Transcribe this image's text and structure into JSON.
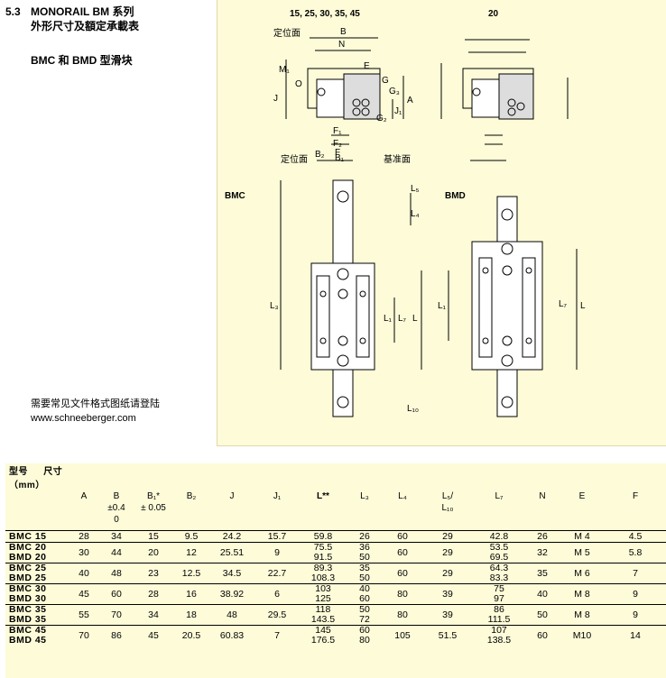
{
  "header": {
    "section": "5.3",
    "title_en": "MONORAIL BM 系列",
    "title_cn": "外形尺寸及額定承載表",
    "subtitle": "BMC 和 BMD 型滑块"
  },
  "note": {
    "text": "需要常见文件格式图纸请登陆",
    "url": "www.schneeberger.com"
  },
  "figure": {
    "top_left_title": "15, 25, 30, 35, 45",
    "top_right_title": "20",
    "bmc_label": "BMC",
    "bmd_label": "BMD",
    "labels": {
      "locating_face_top": "定位面",
      "locating_face_bottom": "定位面",
      "reference_face": "基准面",
      "B": "B",
      "N": "N",
      "M1": "M₁",
      "O": "O",
      "J": "J",
      "E": "E",
      "G": "G",
      "G3": "G₃",
      "A": "A",
      "J1": "J₁",
      "G2": "G₂",
      "F1": "F₁",
      "F2": "F₂",
      "F": "F",
      "B2": "B₂",
      "B1": "B₁",
      "L5": "L₅",
      "L4": "L₄",
      "L3": "L₃",
      "L1": "L₁",
      "L7": "L₇",
      "L": "L",
      "L10": "L₁₀"
    }
  },
  "table": {
    "head_model": "型号",
    "head_dims": "尺寸（mm）",
    "columns": [
      {
        "label": "A"
      },
      {
        "label": "B",
        "sub": "±0.4",
        "sub2": "0"
      },
      {
        "label": "B₁*",
        "sub": "± 0.05"
      },
      {
        "label": "B₂"
      },
      {
        "label": "J"
      },
      {
        "label": "J₁"
      },
      {
        "label": "L**"
      },
      {
        "label": "L₃"
      },
      {
        "label": "L₄"
      },
      {
        "label": "L₅/",
        "sub": "L₁₀"
      },
      {
        "label": "L₇"
      },
      {
        "label": "N"
      },
      {
        "label": "E"
      },
      {
        "label": "F"
      }
    ],
    "rows": [
      {
        "models": [
          "BMC 15"
        ],
        "cells": [
          "28",
          "34",
          "15",
          "9.5",
          "24.2",
          "15.7",
          "59.8",
          "26",
          "60",
          "29",
          "42.8",
          "26",
          "M 4",
          "4.5"
        ]
      },
      {
        "models": [
          "BMC 20",
          "BMD 20"
        ],
        "cells": [
          "30",
          "44",
          "20",
          "12",
          "25.51",
          "9",
          "75.5\n91.5",
          "36\n50",
          "60",
          "29",
          "53.5\n69.5",
          "32",
          "M 5",
          "5.8"
        ]
      },
      {
        "models": [
          "BMC 25",
          "BMD 25"
        ],
        "cells": [
          "40",
          "48",
          "23",
          "12.5",
          "34.5",
          "22.7",
          "89.3\n108.3",
          "35\n50",
          "60",
          "29",
          "64.3\n83.3",
          "35",
          "M 6",
          "7"
        ]
      },
      {
        "models": [
          "BMC 30",
          "BMD 30"
        ],
        "cells": [
          "45",
          "60",
          "28",
          "16",
          "38.92",
          "6",
          "103\n125",
          "40\n60",
          "80",
          "39",
          "75\n97",
          "40",
          "M 8",
          "9"
        ]
      },
      {
        "models": [
          "BMC 35",
          "BMD 35"
        ],
        "cells": [
          "55",
          "70",
          "34",
          "18",
          "48",
          "29.5",
          "118\n143.5",
          "50\n72",
          "80",
          "39",
          "86\n111.5",
          "50",
          "M 8",
          "9"
        ]
      },
      {
        "models": [
          "BMC 45",
          "BMD 45"
        ],
        "cells": [
          "70",
          "86",
          "45",
          "20.5",
          "60.83",
          "7",
          "145\n176.5",
          "60\n80",
          "105",
          "51.5",
          "107\n138.5",
          "60",
          "M10",
          "14"
        ]
      }
    ]
  }
}
